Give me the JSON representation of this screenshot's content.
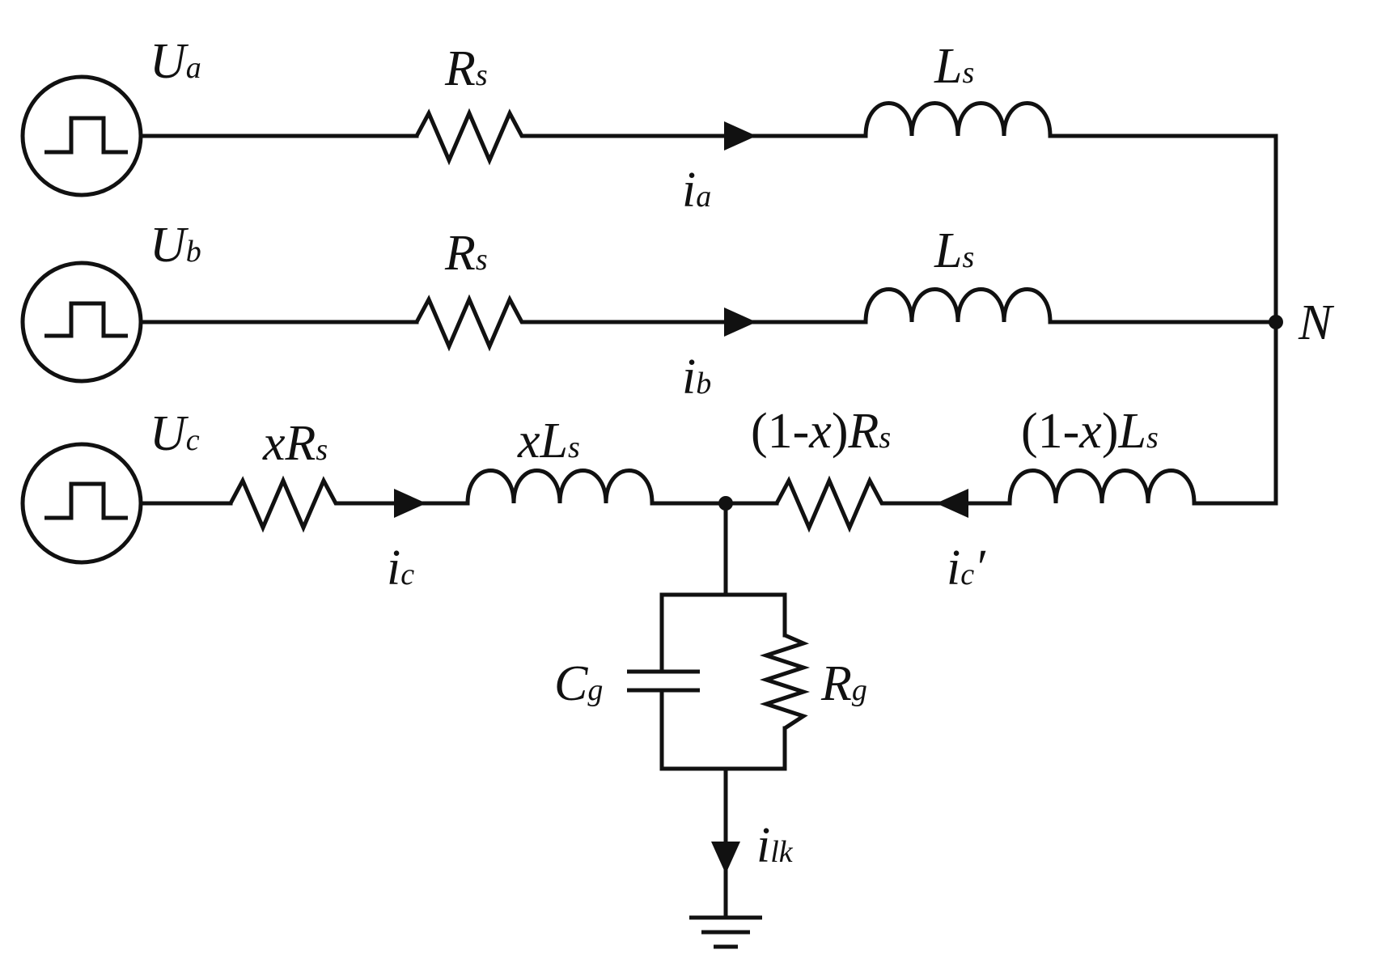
{
  "sources": [
    {
      "name": "U",
      "sub": "a"
    },
    {
      "name": "U",
      "sub": "b"
    },
    {
      "name": "U",
      "sub": "c"
    }
  ],
  "phase_a": {
    "resistor": {
      "name": "R",
      "sub": "s"
    },
    "inductor": {
      "name": "L",
      "sub": "s"
    },
    "current": {
      "name": "i",
      "sub": "a"
    }
  },
  "phase_b": {
    "resistor": {
      "name": "R",
      "sub": "s"
    },
    "inductor": {
      "name": "L",
      "sub": "s"
    },
    "current": {
      "name": "i",
      "sub": "b"
    }
  },
  "phase_c": {
    "resistor_1": {
      "coef": "x",
      "name": "R",
      "sub": "s"
    },
    "inductor_1": {
      "coef": "x",
      "name": "L",
      "sub": "s"
    },
    "resistor_2": {
      "open": "(1-",
      "var": "x",
      "close": ")",
      "name": "R",
      "sub": "s"
    },
    "inductor_2": {
      "open": "(1-",
      "var": "x",
      "close": ")",
      "name": "L",
      "sub": "s"
    },
    "current_1": {
      "name": "i",
      "sub": "c"
    },
    "current_2": {
      "name": "i",
      "sub": "c",
      "prime": "′"
    }
  },
  "neutral": {
    "label": "N"
  },
  "ground_branch": {
    "capacitor": {
      "name": "C",
      "sub": "g"
    },
    "resistor": {
      "name": "R",
      "sub": "g"
    },
    "leakage_current": {
      "name": "i",
      "sub": "lk"
    }
  }
}
